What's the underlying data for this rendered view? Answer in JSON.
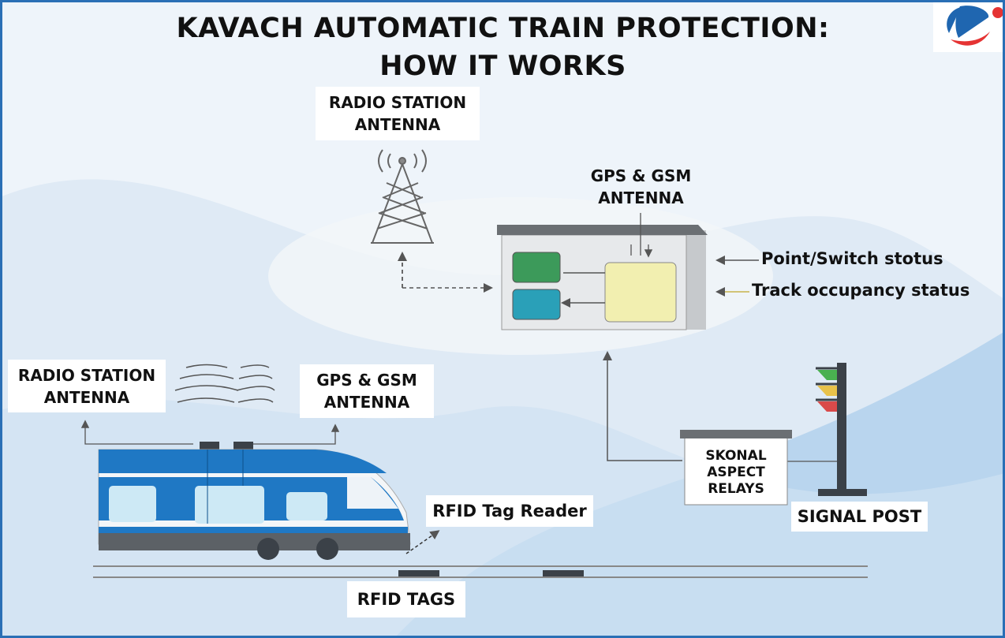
{
  "title": {
    "line1": "KAVACH AUTOMATIC TRAIN PROTECTION:",
    "line2": "HOW IT WORKS"
  },
  "tower_label": {
    "line1": "RADIO STATION",
    "line2": "ANTENNA"
  },
  "station_gps_label": {
    "line1": "GPS & GSM",
    "line2": "ANTENNA"
  },
  "inputs": {
    "point_switch": "Point/Switch stotus",
    "track_occupancy": "Track occupancy status"
  },
  "relays": {
    "line1": "SKONAL",
    "line2": "ASPECT",
    "line3": "RELAYS"
  },
  "signal_post": "SIGNAL POST",
  "train_radio_label": {
    "line1": "RADIO STATION",
    "line2": "ANTENNA"
  },
  "train_gps_label": {
    "line1": "GPS & GSM",
    "line2": "ANTENNA"
  },
  "rfid_reader": "RFID Tag Reader",
  "rfid_tags": "RFID TAGS",
  "colors": {
    "frame": "#2a6fb5",
    "train_blue": "#1f78c4",
    "green": "#3c9a5a",
    "teal": "#2aa0b8",
    "yellow": "#f2efb0",
    "signal_red": "#d94a4a",
    "signal_yellow": "#e8c24a",
    "signal_green": "#4ab050"
  }
}
